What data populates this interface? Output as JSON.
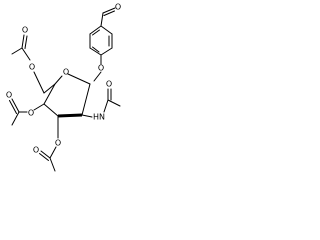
{
  "molecule": {
    "labels": {
      "aldehyde_o": "O",
      "phenyl_ether_o": "O",
      "ring_o": "O",
      "acetate6_ester_o": "O",
      "acetate6_carbonyl_o": "O",
      "acetate4_ester_o": "O",
      "acetate4_carbonyl_o": "O",
      "acetate3_ester_o": "O",
      "acetate3_carbonyl_o": "O",
      "amide_carbonyl_o": "O",
      "amide_nh": "HN"
    }
  }
}
